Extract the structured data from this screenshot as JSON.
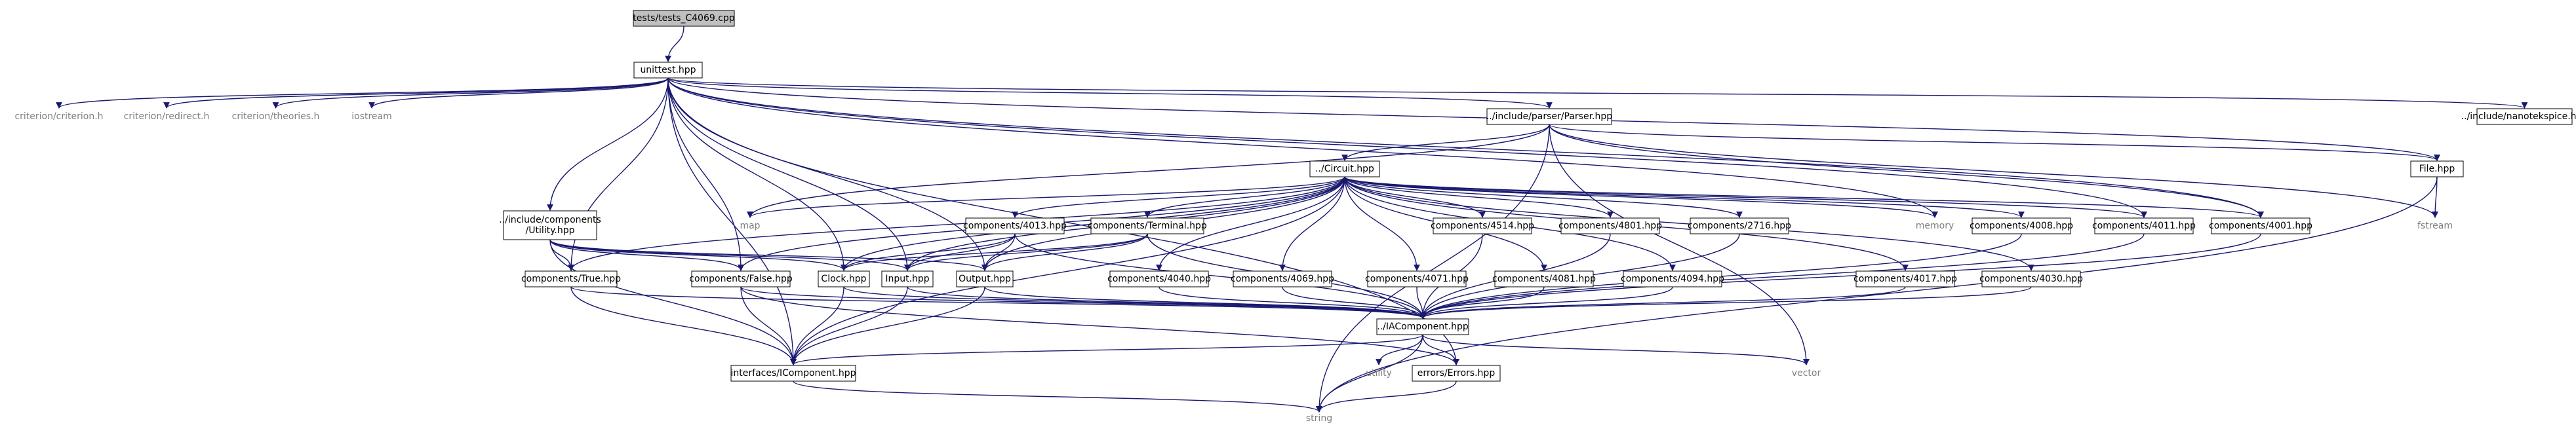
{
  "diagram": {
    "type": "include-dependency-graph",
    "colors": {
      "edge": "#191970",
      "root_fill": "#bfbfbf",
      "node_fill": "#ffffff",
      "system_text": "#7f7f7f"
    },
    "nodes": [
      {
        "id": "root",
        "label": "tests/tests_C4069.cpp",
        "kind": "root"
      },
      {
        "id": "unittest",
        "label": "unittest.hpp",
        "kind": "file"
      },
      {
        "id": "criterion",
        "label": "criterion/criterion.h",
        "kind": "system"
      },
      {
        "id": "redirect",
        "label": "criterion/redirect.h",
        "kind": "system"
      },
      {
        "id": "theories",
        "label": "criterion/theories.h",
        "kind": "system"
      },
      {
        "id": "iostream",
        "label": "iostream",
        "kind": "system"
      },
      {
        "id": "parser",
        "label": "../include/parser/Parser.hpp",
        "kind": "file"
      },
      {
        "id": "nanotek",
        "label": "../include/nanotekspice.hpp",
        "kind": "file"
      },
      {
        "id": "circuit",
        "label": "../Circuit.hpp",
        "kind": "file"
      },
      {
        "id": "filehpp",
        "label": "File.hpp",
        "kind": "file"
      },
      {
        "id": "fstream",
        "label": "fstream",
        "kind": "system"
      },
      {
        "id": "map",
        "label": "map",
        "kind": "system"
      },
      {
        "id": "memory",
        "label": "memory",
        "kind": "system"
      },
      {
        "id": "utility_hpp",
        "label": "../include/components\n/Utility.hpp",
        "kind": "file"
      },
      {
        "id": "c4013",
        "label": "components/4013.hpp",
        "kind": "file"
      },
      {
        "id": "terminal",
        "label": "components/Terminal.hpp",
        "kind": "file"
      },
      {
        "id": "c4514",
        "label": "components/4514.hpp",
        "kind": "file"
      },
      {
        "id": "c4801",
        "label": "components/4801.hpp",
        "kind": "file"
      },
      {
        "id": "c2716",
        "label": "components/2716.hpp",
        "kind": "file"
      },
      {
        "id": "c4008",
        "label": "components/4008.hpp",
        "kind": "file"
      },
      {
        "id": "c4011",
        "label": "components/4011.hpp",
        "kind": "file"
      },
      {
        "id": "c4001",
        "label": "components/4001.hpp",
        "kind": "file"
      },
      {
        "id": "ctrue",
        "label": "components/True.hpp",
        "kind": "file"
      },
      {
        "id": "cfalse",
        "label": "components/False.hpp",
        "kind": "file"
      },
      {
        "id": "clock",
        "label": "Clock.hpp",
        "kind": "file"
      },
      {
        "id": "input",
        "label": "Input.hpp",
        "kind": "file"
      },
      {
        "id": "output",
        "label": "Output.hpp",
        "kind": "file"
      },
      {
        "id": "c4040",
        "label": "components/4040.hpp",
        "kind": "file"
      },
      {
        "id": "c4069",
        "label": "components/4069.hpp",
        "kind": "file"
      },
      {
        "id": "c4071",
        "label": "components/4071.hpp",
        "kind": "file"
      },
      {
        "id": "c4081",
        "label": "components/4081.hpp",
        "kind": "file"
      },
      {
        "id": "c4094",
        "label": "components/4094.hpp",
        "kind": "file"
      },
      {
        "id": "c4017",
        "label": "components/4017.hpp",
        "kind": "file"
      },
      {
        "id": "c4030",
        "label": "components/4030.hpp",
        "kind": "file"
      },
      {
        "id": "iacomp",
        "label": "../IAComponent.hpp",
        "kind": "file"
      },
      {
        "id": "icomp",
        "label": "interfaces/IComponent.hpp",
        "kind": "file"
      },
      {
        "id": "utility",
        "label": "utility",
        "kind": "system"
      },
      {
        "id": "errors",
        "label": "errors/Errors.hpp",
        "kind": "file"
      },
      {
        "id": "vector",
        "label": "vector",
        "kind": "system"
      },
      {
        "id": "string",
        "label": "string",
        "kind": "system"
      }
    ],
    "edges": [
      [
        "root",
        "unittest"
      ],
      [
        "unittest",
        "criterion"
      ],
      [
        "unittest",
        "redirect"
      ],
      [
        "unittest",
        "theories"
      ],
      [
        "unittest",
        "iostream"
      ],
      [
        "unittest",
        "parser"
      ],
      [
        "unittest",
        "nanotek"
      ],
      [
        "unittest",
        "filehpp"
      ],
      [
        "unittest",
        "utility_hpp"
      ],
      [
        "unittest",
        "ctrue"
      ],
      [
        "unittest",
        "cfalse"
      ],
      [
        "unittest",
        "clock"
      ],
      [
        "unittest",
        "input"
      ],
      [
        "unittest",
        "output"
      ],
      [
        "unittest",
        "icomp"
      ],
      [
        "unittest",
        "errors"
      ],
      [
        "unittest",
        "c4011"
      ],
      [
        "unittest",
        "c4001"
      ],
      [
        "unittest",
        "memory"
      ],
      [
        "parser",
        "circuit"
      ],
      [
        "parser",
        "filehpp"
      ],
      [
        "parser",
        "map"
      ],
      [
        "parser",
        "string"
      ],
      [
        "parser",
        "vector"
      ],
      [
        "parser",
        "fstream"
      ],
      [
        "parser",
        "c4001"
      ],
      [
        "filehpp",
        "fstream"
      ],
      [
        "filehpp",
        "string"
      ],
      [
        "circuit",
        "map"
      ],
      [
        "circuit",
        "memory"
      ],
      [
        "circuit",
        "c4013"
      ],
      [
        "circuit",
        "terminal"
      ],
      [
        "circuit",
        "c4514"
      ],
      [
        "circuit",
        "c4801"
      ],
      [
        "circuit",
        "c2716"
      ],
      [
        "circuit",
        "c4008"
      ],
      [
        "circuit",
        "c4011"
      ],
      [
        "circuit",
        "c4001"
      ],
      [
        "circuit",
        "ctrue"
      ],
      [
        "circuit",
        "cfalse"
      ],
      [
        "circuit",
        "clock"
      ],
      [
        "circuit",
        "input"
      ],
      [
        "circuit",
        "output"
      ],
      [
        "circuit",
        "c4040"
      ],
      [
        "circuit",
        "c4069"
      ],
      [
        "circuit",
        "c4071"
      ],
      [
        "circuit",
        "c4081"
      ],
      [
        "circuit",
        "c4094"
      ],
      [
        "circuit",
        "c4017"
      ],
      [
        "circuit",
        "c4030"
      ],
      [
        "circuit",
        "icomp"
      ],
      [
        "utility_hpp",
        "ctrue"
      ],
      [
        "utility_hpp",
        "cfalse"
      ],
      [
        "utility_hpp",
        "clock"
      ],
      [
        "utility_hpp",
        "input"
      ],
      [
        "utility_hpp",
        "output"
      ],
      [
        "utility_hpp",
        "icomp"
      ],
      [
        "c4013",
        "clock"
      ],
      [
        "c4013",
        "input"
      ],
      [
        "c4013",
        "output"
      ],
      [
        "c4013",
        "iacomp"
      ],
      [
        "terminal",
        "clock"
      ],
      [
        "terminal",
        "input"
      ],
      [
        "terminal",
        "output"
      ],
      [
        "terminal",
        "iacomp"
      ],
      [
        "c4514",
        "iacomp"
      ],
      [
        "c4801",
        "iacomp"
      ],
      [
        "c2716",
        "iacomp"
      ],
      [
        "c4008",
        "iacomp"
      ],
      [
        "c4011",
        "iacomp"
      ],
      [
        "c4001",
        "iacomp"
      ],
      [
        "c4040",
        "iacomp"
      ],
      [
        "c4069",
        "iacomp"
      ],
      [
        "c4071",
        "iacomp"
      ],
      [
        "c4081",
        "iacomp"
      ],
      [
        "c4094",
        "iacomp"
      ],
      [
        "c4017",
        "iacomp"
      ],
      [
        "c4030",
        "iacomp"
      ],
      [
        "ctrue",
        "icomp"
      ],
      [
        "ctrue",
        "iacomp"
      ],
      [
        "cfalse",
        "icomp"
      ],
      [
        "cfalse",
        "errors"
      ],
      [
        "cfalse",
        "iacomp"
      ],
      [
        "clock",
        "icomp"
      ],
      [
        "clock",
        "iacomp"
      ],
      [
        "input",
        "icomp"
      ],
      [
        "input",
        "iacomp"
      ],
      [
        "output",
        "icomp"
      ],
      [
        "output",
        "iacomp"
      ],
      [
        "iacomp",
        "icomp"
      ],
      [
        "iacomp",
        "utility"
      ],
      [
        "iacomp",
        "errors"
      ],
      [
        "iacomp",
        "vector"
      ],
      [
        "iacomp",
        "string"
      ],
      [
        "icomp",
        "string"
      ],
      [
        "errors",
        "string"
      ]
    ]
  }
}
